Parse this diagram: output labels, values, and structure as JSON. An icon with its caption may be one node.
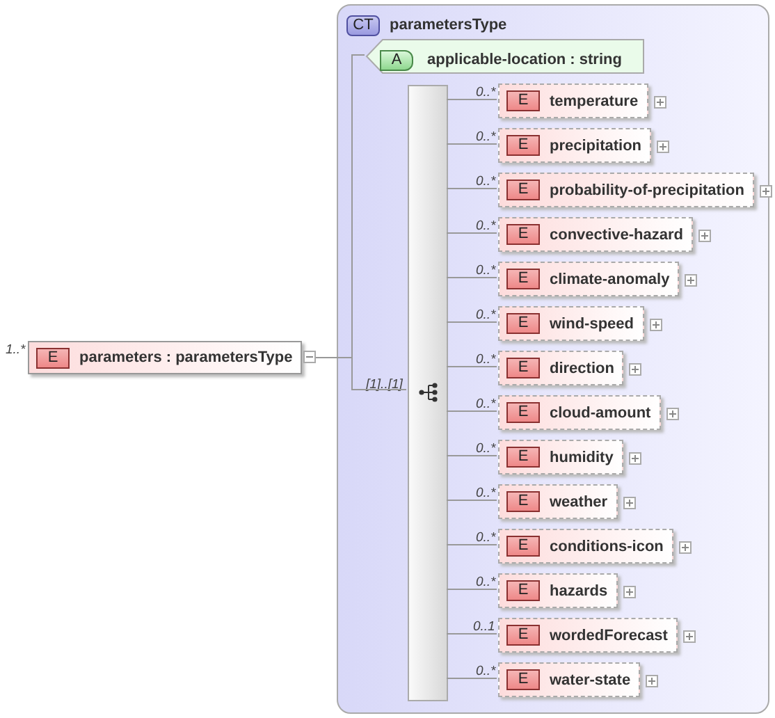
{
  "diagram": {
    "nodes": [
      {
        "text": [
          "E",
          "parameters : parametersType"
        ],
        "beside": [
          "1..*"
        ]
      },
      {
        "text": [
          "CT",
          "parametersType"
        ]
      },
      {
        "text": [
          "A",
          "applicable-location : string"
        ],
        "in": 1
      },
      {
        "text": [],
        "shape": "bar",
        "in": 1,
        "beside": [
          "[1]..[1]"
        ]
      },
      {
        "text": [
          "E",
          "temperature"
        ],
        "in": 1,
        "beside": [
          "0..*"
        ]
      },
      {
        "text": [
          "E",
          "precipitation"
        ],
        "in": 1,
        "beside": [
          "0..*"
        ]
      },
      {
        "text": [
          "E",
          "probability-of-precipitation"
        ],
        "in": 1,
        "beside": [
          "0..*"
        ]
      },
      {
        "text": [
          "E",
          "convective-hazard"
        ],
        "in": 1,
        "beside": [
          "0..*"
        ]
      },
      {
        "text": [
          "E",
          "climate-anomaly"
        ],
        "in": 1,
        "beside": [
          "0..*"
        ]
      },
      {
        "text": [
          "E",
          "wind-speed"
        ],
        "in": 1,
        "beside": [
          "0..*"
        ]
      },
      {
        "text": [
          "E",
          "direction"
        ],
        "in": 1,
        "beside": [
          "0..*"
        ]
      },
      {
        "text": [
          "E",
          "cloud-amount"
        ],
        "in": 1,
        "beside": [
          "0..*"
        ]
      },
      {
        "text": [
          "E",
          "humidity"
        ],
        "in": 1,
        "beside": [
          "0..*"
        ]
      },
      {
        "text": [
          "E",
          "weather"
        ],
        "in": 1,
        "beside": [
          "0..*"
        ]
      },
      {
        "text": [
          "E",
          "conditions-icon"
        ],
        "in": 1,
        "beside": [
          "0..*"
        ]
      },
      {
        "text": [
          "E",
          "hazards"
        ],
        "in": 1,
        "beside": [
          "0..*"
        ]
      },
      {
        "text": [
          "E",
          "wordedForecast"
        ],
        "in": 1,
        "beside": [
          "0..1"
        ]
      },
      {
        "text": [
          "E",
          "water-state"
        ],
        "in": 1,
        "beside": [
          "0..*"
        ]
      }
    ],
    "edges": [
      {
        "from": 0,
        "to": 2,
        "arrow": "none"
      },
      {
        "from": 0,
        "to": 3,
        "arrow": "none"
      },
      {
        "from": 3,
        "to": 4,
        "arrow": "none"
      },
      {
        "from": 3,
        "to": 5,
        "arrow": "none"
      },
      {
        "from": 3,
        "to": 6,
        "arrow": "none"
      },
      {
        "from": 3,
        "to": 7,
        "arrow": "none"
      },
      {
        "from": 3,
        "to": 8,
        "arrow": "none"
      },
      {
        "from": 3,
        "to": 9,
        "arrow": "none"
      },
      {
        "from": 3,
        "to": 10,
        "arrow": "none"
      },
      {
        "from": 3,
        "to": 11,
        "arrow": "none"
      },
      {
        "from": 3,
        "to": 12,
        "arrow": "none"
      },
      {
        "from": 3,
        "to": 13,
        "arrow": "none"
      },
      {
        "from": 3,
        "to": 14,
        "arrow": "none"
      },
      {
        "from": 3,
        "to": 15,
        "arrow": "none"
      },
      {
        "from": 3,
        "to": 16,
        "arrow": "none"
      },
      {
        "from": 3,
        "to": 17,
        "arrow": "none"
      }
    ]
  }
}
